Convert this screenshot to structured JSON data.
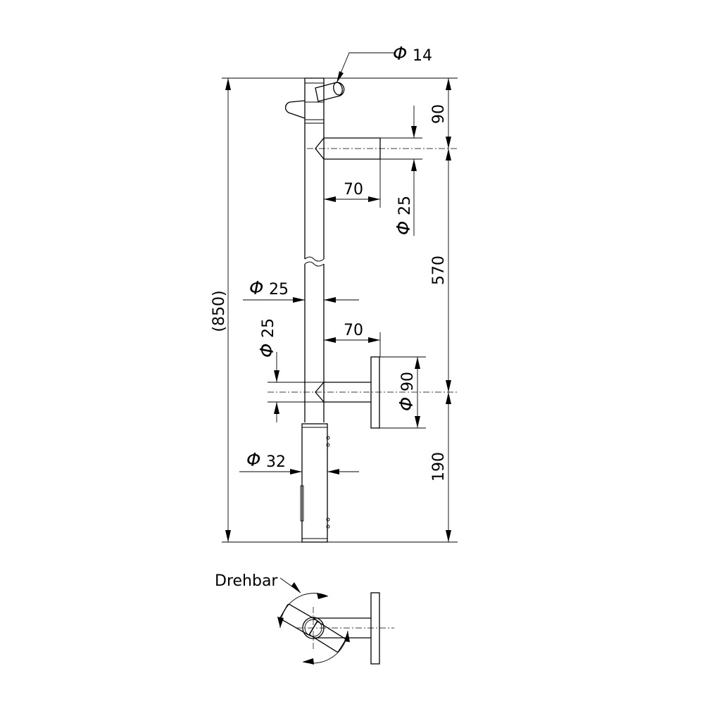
{
  "labels": {
    "d14": "14",
    "d25_stub": "25",
    "d25_tube": "25",
    "d25_lower": "25",
    "d90": "90",
    "d32": "32",
    "h90": "90",
    "w70_top": "70",
    "w70_lower": "70",
    "h570": "570",
    "h850": "(850)",
    "h190": "190",
    "drehbar": "Drehbar"
  },
  "symbols": {
    "diameter": "Φ"
  }
}
